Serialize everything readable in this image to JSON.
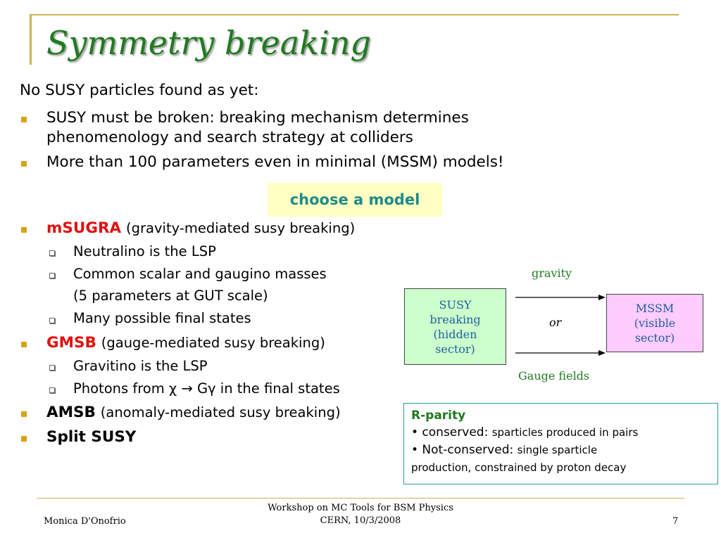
{
  "title": "Symmetry breaking",
  "intro": "No SUSY particles found as yet:",
  "top_bullets": [
    "SUSY must be broken: breaking mechanism determines",
    "phenomenology and search strategy at colliders",
    "More than 100 parameters even in minimal (MSSM) models!"
  ],
  "choose_label": "choose a model",
  "models": {
    "msugra": {
      "name": "mSUGRA",
      "desc": "(gravity-mediated susy breaking)",
      "items": [
        "Neutralino is the LSP",
        "Common scalar and gaugino masses",
        "(5 parameters at GUT scale)",
        "Many possible final states"
      ]
    },
    "gmsb": {
      "name": "GMSB",
      "desc": "(gauge-mediated susy breaking)",
      "items": [
        "Gravitino is the LSP"
      ],
      "photons_prefix": "Photons from ",
      "chi": "χ",
      "arrow": "→",
      "g_gamma": "Gγ",
      "photons_suffix": " in the final states"
    },
    "amsb": {
      "name": "AMSB",
      "desc": "(anomaly-mediated susy breaking)"
    },
    "split": {
      "name": "Split SUSY"
    }
  },
  "diagram": {
    "susy_box": [
      "SUSY",
      "breaking",
      "(hidden",
      "sector)"
    ],
    "mssm_box": [
      "MSSM",
      "(visible",
      "sector)"
    ],
    "gravity_label": "gravity",
    "or_label": "or",
    "gauge_label": "Gauge fields"
  },
  "rparity": {
    "title": "R-parity",
    "conserved_label": "• conserved:",
    "conserved_text": "sparticles produced in pairs",
    "notconserved_label": "• Not-conserved:",
    "notconserved_text": "single sparticle",
    "notconserved_text2": "production, constrained by proton decay"
  },
  "footer": {
    "author": "Monica D'Onofrio",
    "event_line1": "Workshop on MC Tools for BSM Physics",
    "event_line2": "CERN, 10/3/2008",
    "page": "7"
  },
  "colors": {
    "title": "#1f7a1f",
    "bullet": "#d6a419",
    "model_name": "#e01010",
    "choose_text": "#1f8a8a",
    "choose_bg": "#ffffc4",
    "susy_box_bg": "#ccffcc",
    "mssm_box_bg": "#ffccff",
    "rparity_border": "#2a9a9a"
  }
}
